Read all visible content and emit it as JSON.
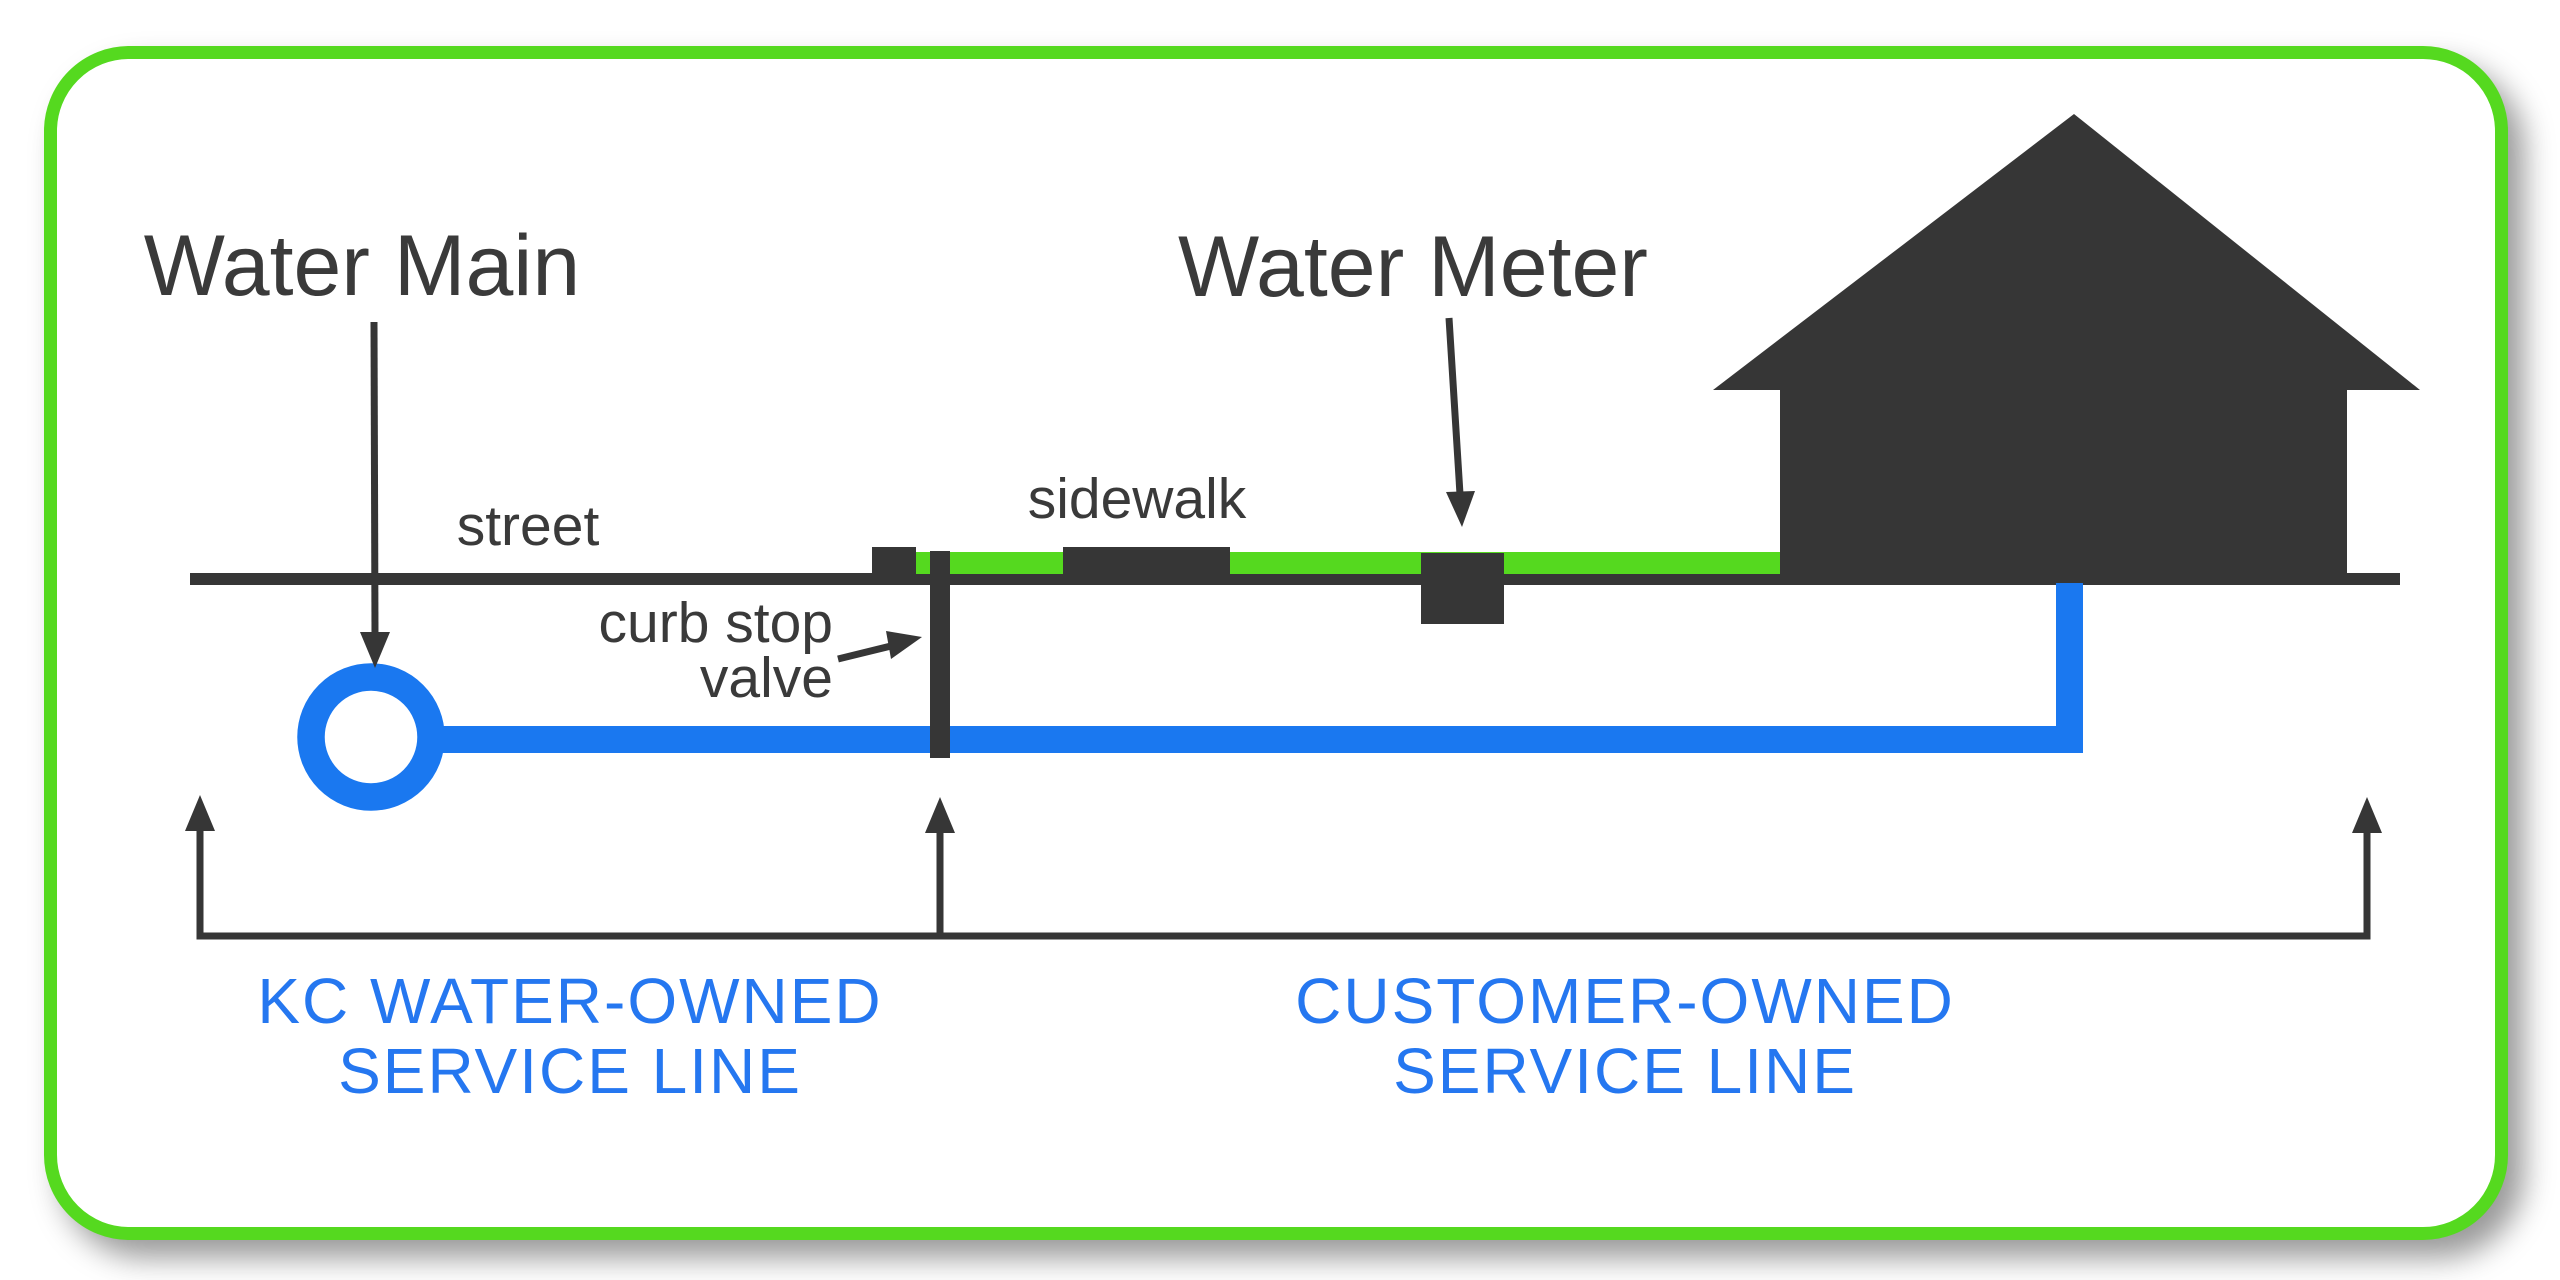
{
  "diagram": {
    "labels": {
      "water_main": "Water Main",
      "water_meter": "Water Meter",
      "street": "street",
      "sidewalk": "sidewalk",
      "curb_stop_line1": "curb stop",
      "curb_stop_line2": "valve",
      "kc_owned_line1": "KC WATER-OWNED",
      "kc_owned_line2": "SERVICE LINE",
      "customer_owned_line1": "CUSTOMER-OWNED",
      "customer_owned_line2": "SERVICE LINE"
    },
    "colors": {
      "pipe_blue": "#1a78f0",
      "label_blue": "#2577f0",
      "lime_green": "#55d91f",
      "dark_gray": "#363636"
    }
  }
}
